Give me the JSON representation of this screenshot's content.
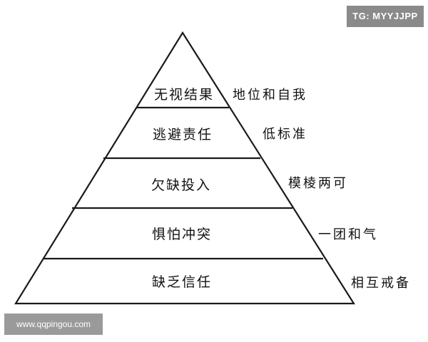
{
  "watermarks": {
    "top_right": "TG: MYYJJPP",
    "bottom_left": "www.qqpingou.com"
  },
  "pyramid": {
    "levels": [
      {
        "label": "无视结果",
        "side_label": "地位和自我"
      },
      {
        "label": "逃避责任",
        "side_label": "低标准"
      },
      {
        "label": "欠缺投入",
        "side_label": "模棱两可"
      },
      {
        "label": "惧怕冲突",
        "side_label": "一团和气"
      },
      {
        "label": "缺乏信任",
        "side_label": "相互戒备"
      }
    ]
  },
  "colors": {
    "line": "#1a1a1a",
    "text": "#111111",
    "badge_dark": "#8a8a8a",
    "badge_light": "#9a9a9a"
  }
}
